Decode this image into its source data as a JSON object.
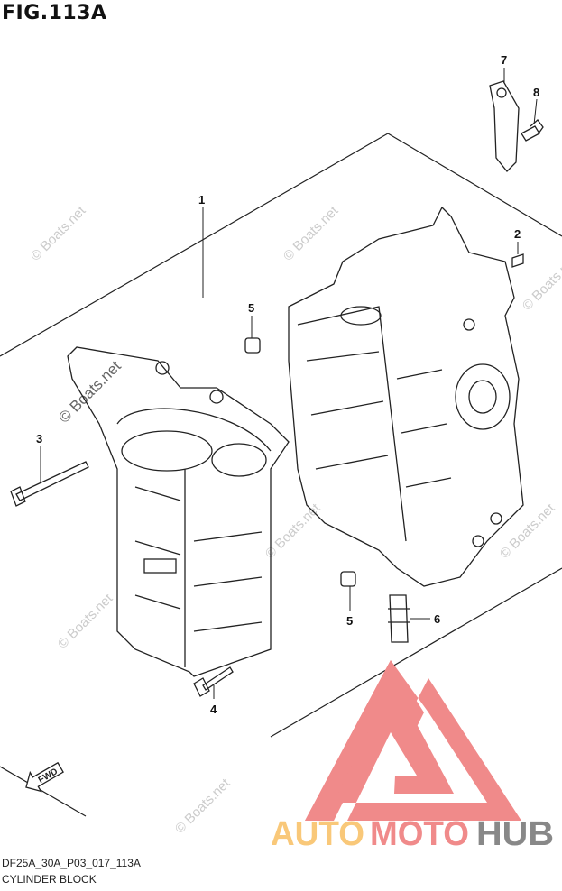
{
  "figure": {
    "title": "FIG.113A",
    "code": "DF25A_30A_P03_017_113A",
    "caption": "CYLINDER BLOCK"
  },
  "callouts": [
    "1",
    "2",
    "3",
    "4",
    "5",
    "5",
    "6",
    "7",
    "8"
  ],
  "direction_label": "FWD",
  "watermark": "© Boats.net",
  "logo": {
    "part1": "AUTO",
    "part2": "MOTO",
    "part3": "HUB",
    "colors": {
      "auto": "#f9c879",
      "moto": "#f08a8a",
      "hub": "#888888"
    }
  }
}
